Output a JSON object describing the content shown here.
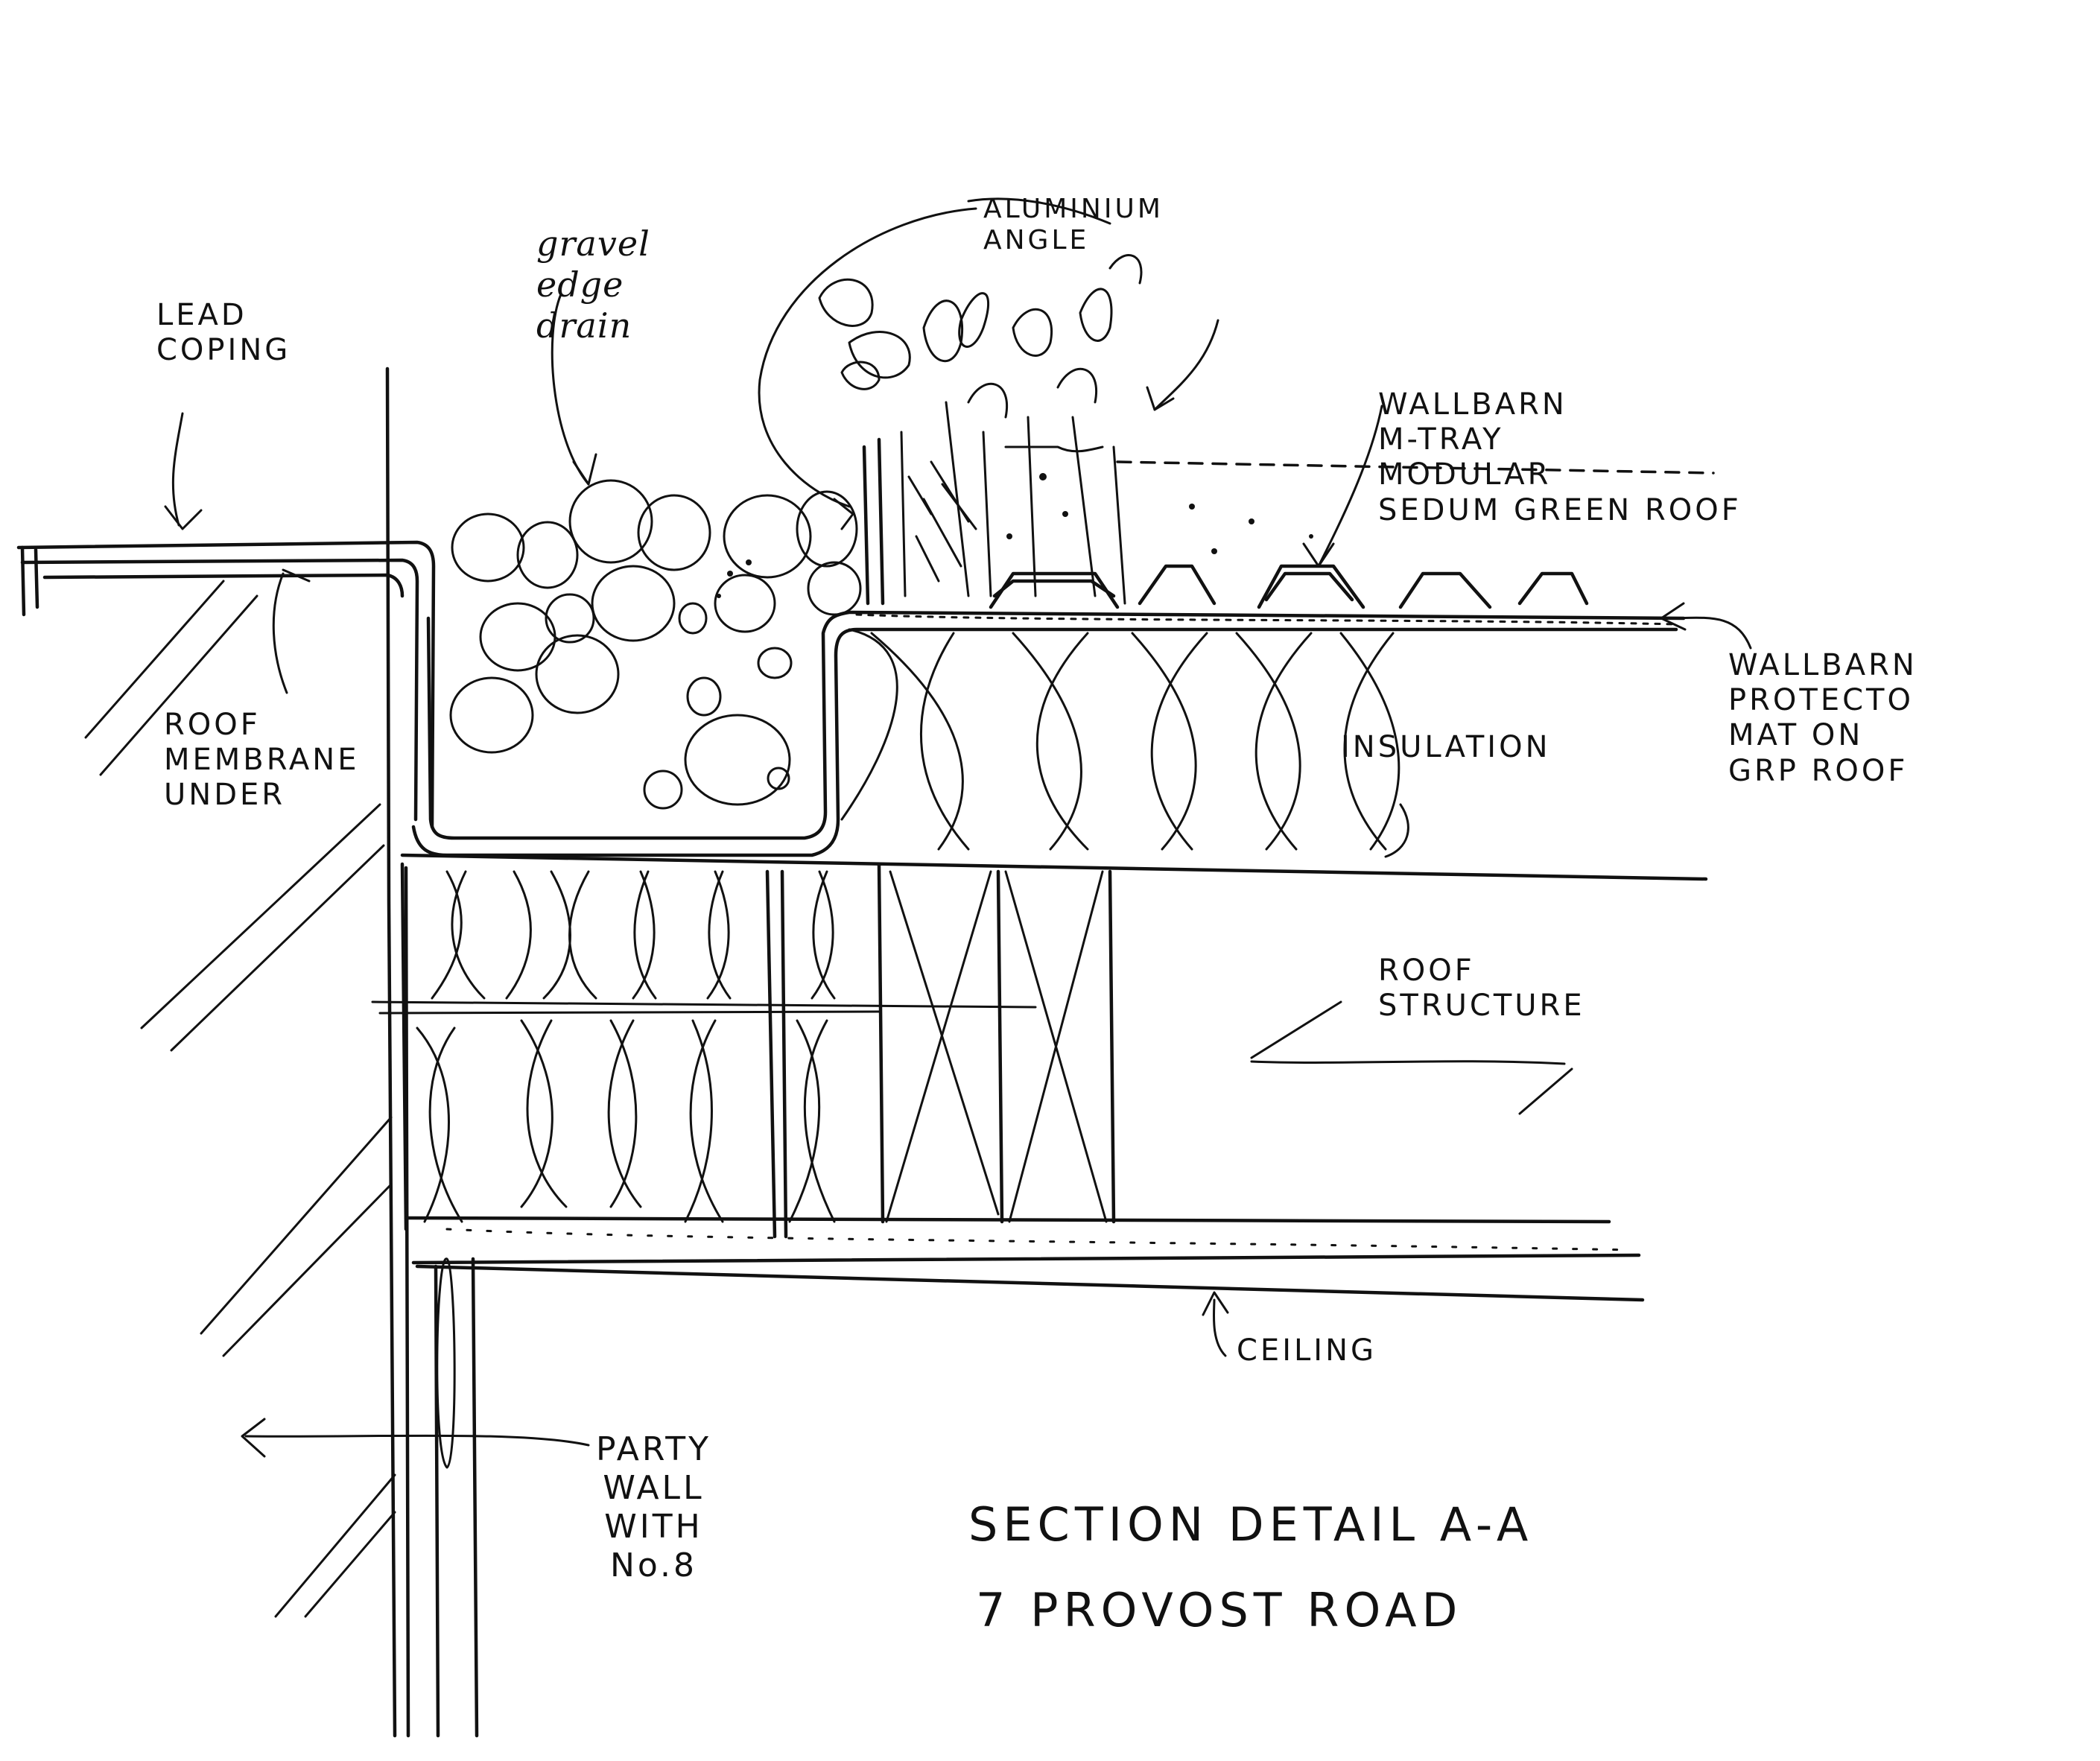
{
  "labels": {
    "lead_coping": "LEAD\nCOPING",
    "roof_membrane": "ROOF\nMEMBRANE\nUNDER",
    "gravel_drain": "gravel\nedge\ndrain",
    "aluminium_angle": "ALUMINIUM\nANGLE",
    "m_tray": "WALLBARN\nM-TRAY\nMODULAR\nSEDUM GREEN ROOF",
    "protecto_mat": "WALLBARN\nPROTECTO\nMAT ON\nGRP ROOF",
    "insulation": "INSULATION",
    "roof_structure": "ROOF\nSTRUCTURE",
    "ceiling": "CEILING",
    "party_wall": "PARTY\nWALL\nWITH\nNo.8"
  },
  "title": {
    "line1": "SECTION DETAIL A-A",
    "line2": "7 PROVOST ROAD"
  }
}
